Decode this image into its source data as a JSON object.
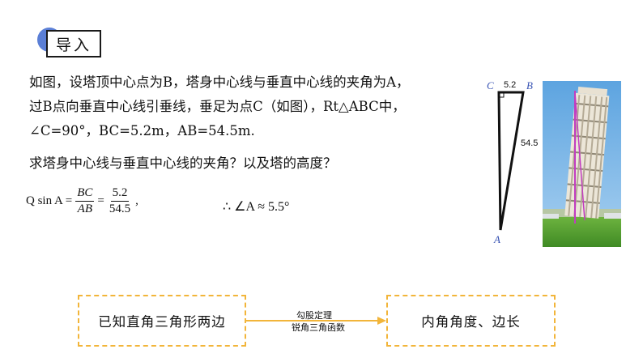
{
  "badge": {
    "label": "导入"
  },
  "paragraph": {
    "line1": "如图，设塔顶中心点为B，塔身中心线与垂直中心线的夹角为A，",
    "line2": "过B点向垂直中心线引垂线，垂足为点C（如图），Rt△ABC中，",
    "line3": "∠C=90°，BC=5.2m，AB=54.5m."
  },
  "question": "求塔身中心线与垂直中心线的夹角？以及塔的高度？",
  "formula": {
    "prefix": "Q sin A =",
    "frac1_num": "BC",
    "frac1_den": "AB",
    "equals": "=",
    "frac2_num": "5.2",
    "frac2_den": "54.5",
    "suffix": ",",
    "conclusion": "∴ ∠A ≈ 5.5°"
  },
  "triangle": {
    "label_c": "C",
    "label_b": "B",
    "label_a": "A",
    "label_bc": "5.2",
    "label_ab": "54.5"
  },
  "flow": {
    "left_box": "已知直角三角形两边",
    "arrow_top": "勾股定理",
    "arrow_bottom": "锐角三角函数",
    "right_box": "内角角度、边长"
  },
  "colors": {
    "badge_blue": "#5b7fd6",
    "dash_orange": "#f2b53a",
    "triangle_label_blue": "#3a55b4"
  }
}
